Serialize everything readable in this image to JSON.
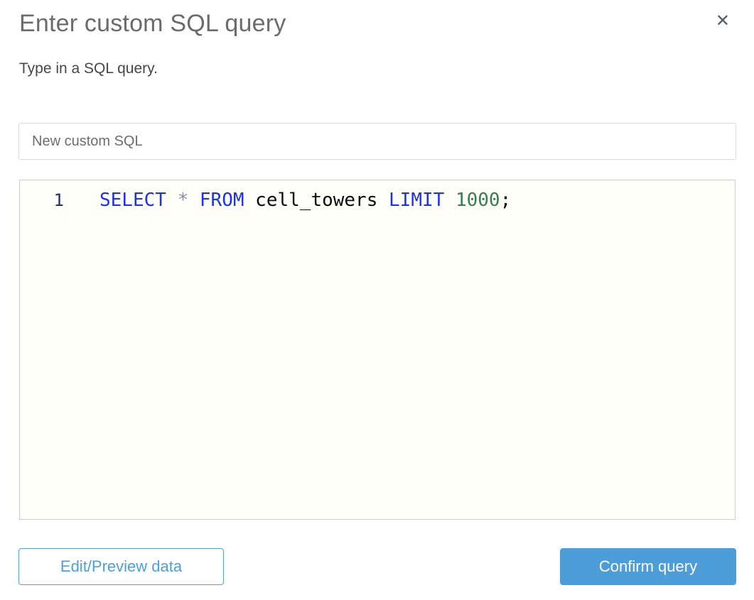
{
  "dialog": {
    "title": "Enter custom SQL query",
    "subtitle": "Type in a SQL query.",
    "close_icon": "✕"
  },
  "name_input": {
    "value": "New custom SQL"
  },
  "editor": {
    "line_number": "1",
    "tokens": [
      {
        "type": "keyword",
        "text": "SELECT "
      },
      {
        "type": "operator",
        "text": "* "
      },
      {
        "type": "keyword",
        "text": "FROM "
      },
      {
        "type": "identifier",
        "text": "cell_towers "
      },
      {
        "type": "keyword",
        "text": "LIMIT "
      },
      {
        "type": "number",
        "text": "1000"
      },
      {
        "type": "punctuation",
        "text": ";"
      }
    ]
  },
  "footer": {
    "edit_preview_label": "Edit/Preview data",
    "confirm_label": "Confirm query"
  },
  "colors": {
    "accent_blue": "#4d9ed8",
    "keyword_blue": "#1d33e6",
    "operator_gray": "#8793ab",
    "number_green": "#3a7c51",
    "line_number_navy": "#222f6b",
    "editor_background": "#fffef8",
    "title_gray": "#6b6b6b"
  }
}
